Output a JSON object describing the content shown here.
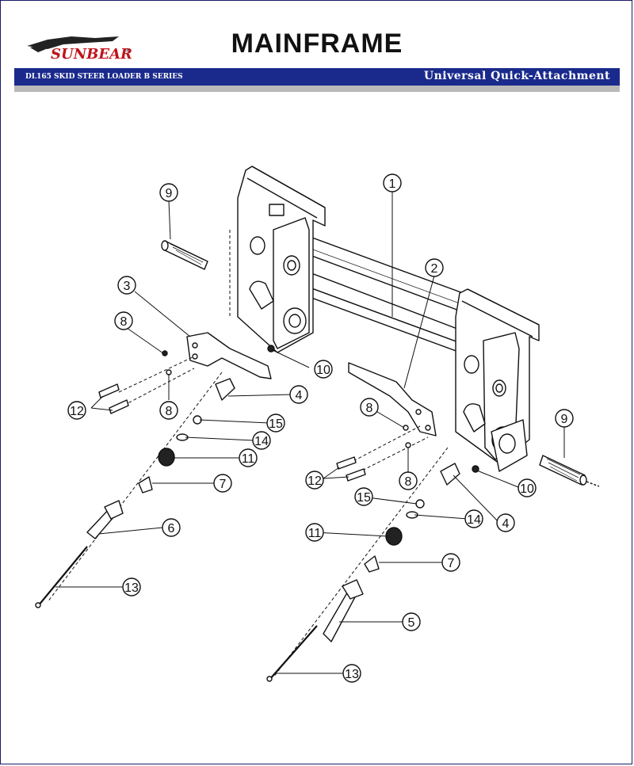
{
  "header": {
    "brand": "SUNBEAR",
    "title": "MAINFRAME",
    "series": "DL165 SKID STEER LOADER B SERIES",
    "subtitle": "Universal Quick-Attachment"
  },
  "callouts": [
    "1",
    "2",
    "3",
    "4",
    "5",
    "6",
    "7",
    "8",
    "9",
    "10",
    "11",
    "12",
    "13",
    "14",
    "15"
  ],
  "colors": {
    "band": "#1a2a8c",
    "band_bottom": "#b9b9b9",
    "brand_red": "#c0141c"
  }
}
